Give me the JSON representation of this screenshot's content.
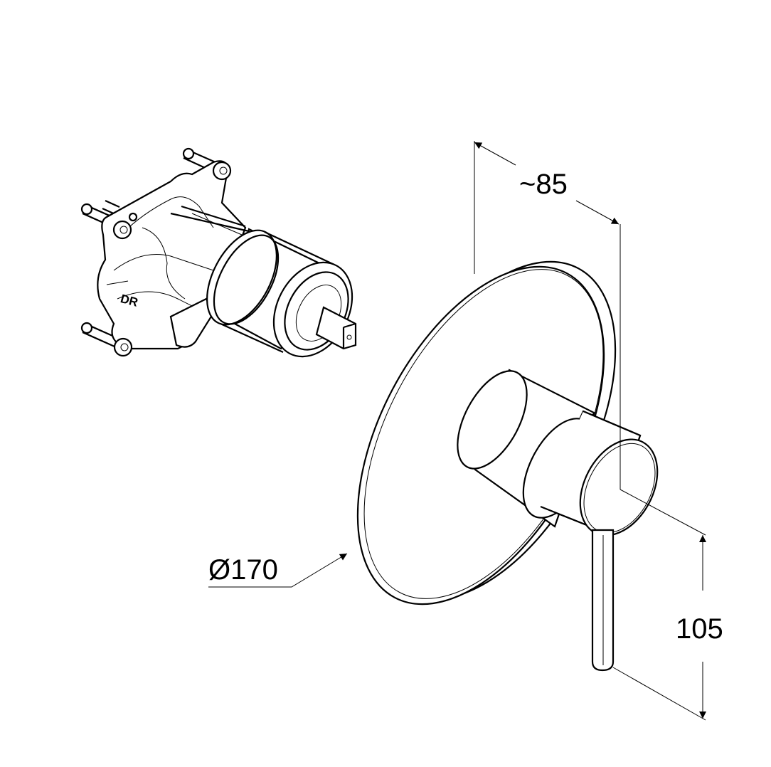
{
  "dimensions": {
    "depth": "~85",
    "diameter": "Ø170",
    "lever_length": "105"
  },
  "valve_marking": "DR",
  "colors": {
    "line": "#000000",
    "background": "#ffffff"
  }
}
